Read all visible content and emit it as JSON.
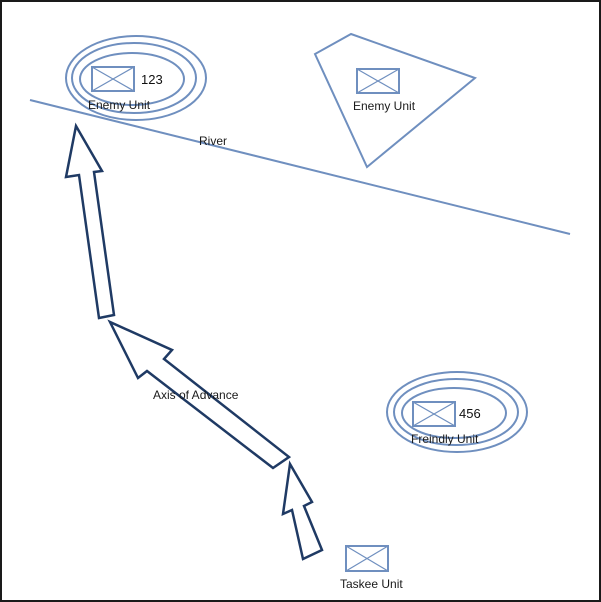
{
  "colors": {
    "line": "#6f8fbf",
    "arrow_stroke": "#1f3a64",
    "arrow_fill": "#ffffff",
    "symbol_stroke": "#6f8fbf",
    "text": "#1a1a1a"
  },
  "river": {
    "label": "River"
  },
  "units": {
    "enemy_unit_1": {
      "label": "Enemy Unit",
      "designation": "123",
      "icon": "unit-symbol-icon"
    },
    "enemy_unit_2": {
      "label": "Enemy Unit",
      "icon": "unit-symbol-icon"
    },
    "friendly_unit": {
      "label": "Freindly Unit",
      "designation": "456",
      "icon": "unit-symbol-icon"
    },
    "taskee_unit": {
      "label": "Taskee Unit",
      "icon": "unit-symbol-icon"
    }
  },
  "axis_of_advance": {
    "label": "Axis of Advance",
    "icon": "axis-arrow-icon"
  }
}
